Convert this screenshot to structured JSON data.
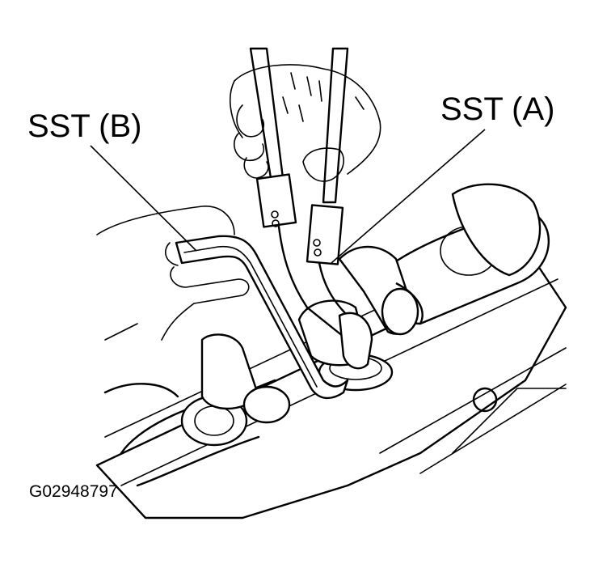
{
  "callouts": {
    "sst_b": "SST (B)",
    "sst_a": "SST (A)"
  },
  "figure_code": "G02948797",
  "colors": {
    "ink": "#000000",
    "paper": "#ffffff"
  }
}
